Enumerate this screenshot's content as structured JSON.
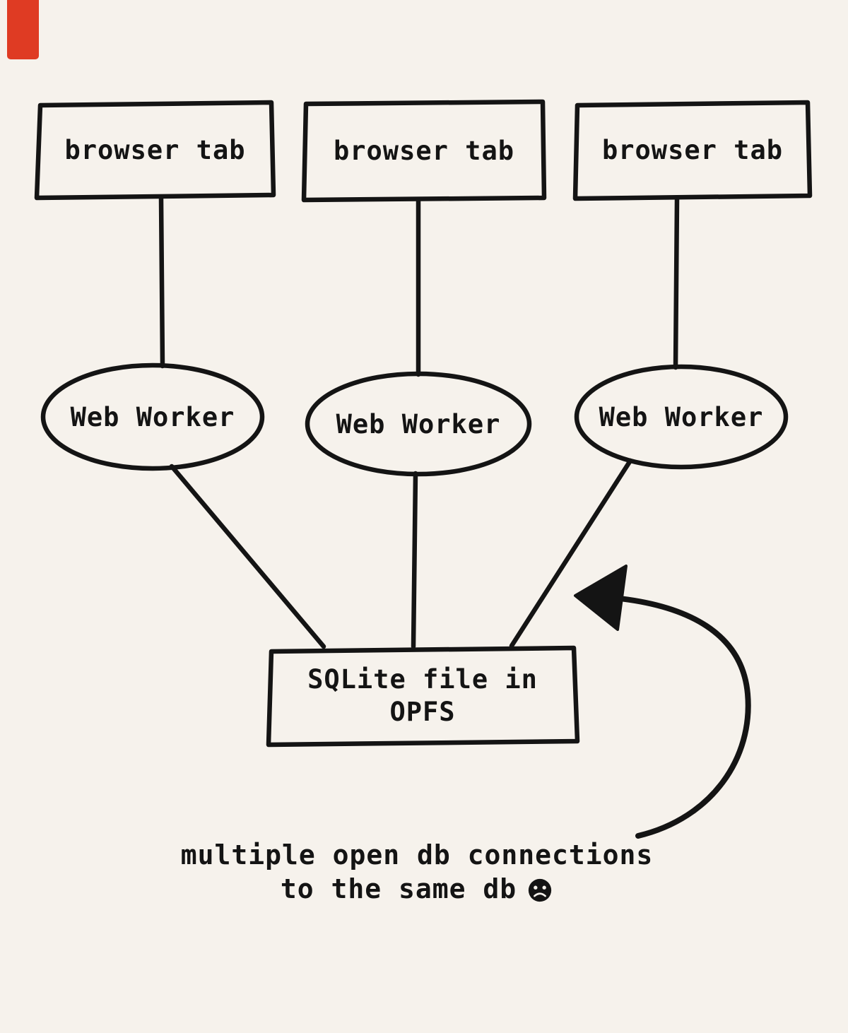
{
  "diagram": {
    "colors": {
      "background": "#f6f2ec",
      "ink": "#141414",
      "corner_accent": "#df3b23"
    },
    "browser_tabs": [
      {
        "label": "browser tab"
      },
      {
        "label": "browser tab"
      },
      {
        "label": "browser tab"
      }
    ],
    "web_workers": [
      {
        "label": "Web Worker"
      },
      {
        "label": "Web Worker"
      },
      {
        "label": "Web Worker"
      }
    ],
    "sqlite_box": {
      "line1": "SQLite file in",
      "line2": "OPFS"
    },
    "caption": {
      "line1": "multiple open db connections",
      "line2": "to the same db",
      "icon": "frowning-face"
    }
  }
}
